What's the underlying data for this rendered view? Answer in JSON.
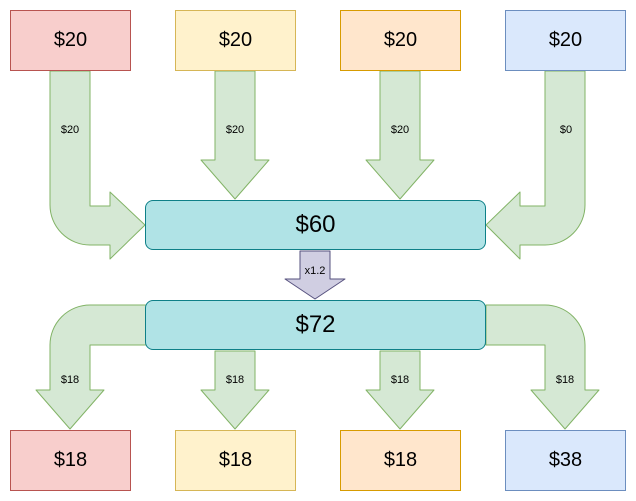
{
  "sources": [
    "$20",
    "$20",
    "$20",
    "$20"
  ],
  "inflows": [
    "$20",
    "$20",
    "$20",
    "$0"
  ],
  "pool": "$60",
  "multiplier": "x1.2",
  "pool_after": "$72",
  "outflows": [
    "$18",
    "$18",
    "$18",
    "$18"
  ],
  "results": [
    "$18",
    "$18",
    "$18",
    "$38"
  ],
  "colors": {
    "red_fill": "#f8cecc",
    "yellow_fill": "#fff2cc",
    "orange_fill": "#ffe6cc",
    "blue_fill": "#dae8fc",
    "pool_fill": "#b0e3e6",
    "arrow_green": "#d5e8d4",
    "arrow_purple": "#d0cee2"
  }
}
